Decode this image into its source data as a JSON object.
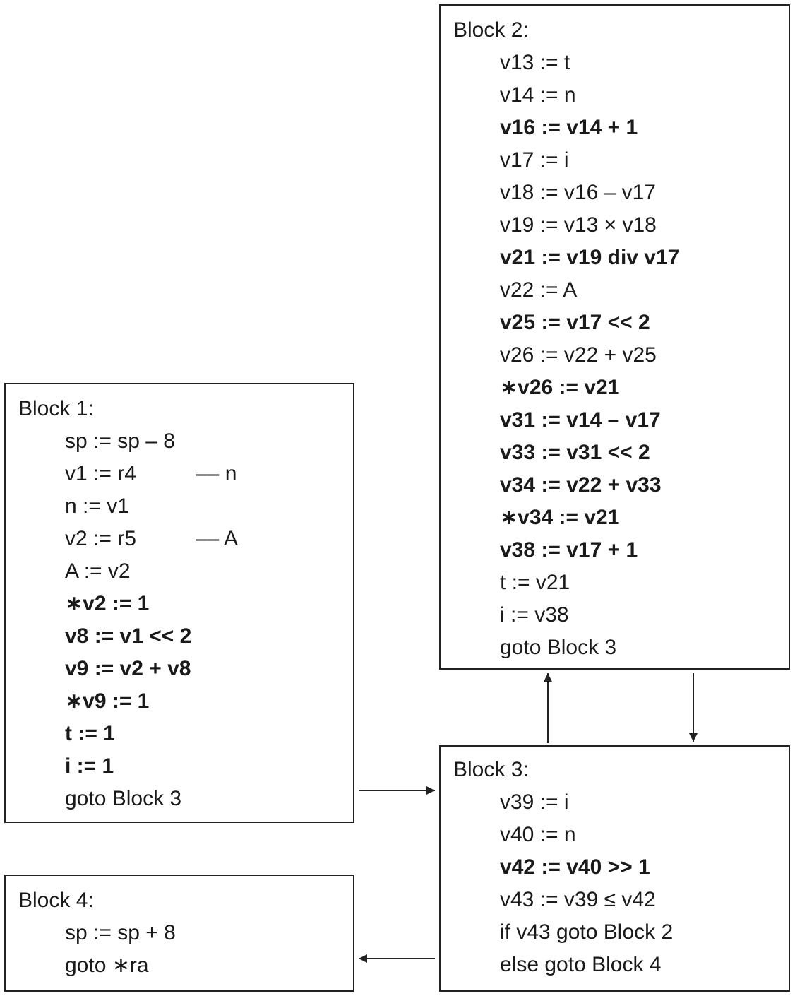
{
  "blocks": {
    "block1": {
      "title": "Block 1:",
      "lines": [
        {
          "text": "sp := sp – 8",
          "bold": false,
          "comment": ""
        },
        {
          "text": "v1 := r4",
          "bold": false,
          "comment": "–– n"
        },
        {
          "text": "n := v1",
          "bold": false,
          "comment": ""
        },
        {
          "text": "v2 := r5",
          "bold": false,
          "comment": "–– A"
        },
        {
          "text": "A := v2",
          "bold": false,
          "comment": ""
        },
        {
          "text": "∗v2 := 1",
          "bold": true,
          "comment": ""
        },
        {
          "text": "v8 := v1 << 2",
          "bold": true,
          "comment": ""
        },
        {
          "text": "v9 := v2 + v8",
          "bold": true,
          "comment": ""
        },
        {
          "text": "∗v9 := 1",
          "bold": true,
          "comment": ""
        },
        {
          "text": "t := 1",
          "bold": true,
          "comment": ""
        },
        {
          "text": "i := 1",
          "bold": true,
          "comment": ""
        },
        {
          "text": "goto Block 3",
          "bold": false,
          "comment": ""
        }
      ]
    },
    "block2": {
      "title": "Block 2:",
      "lines": [
        {
          "text": "v13 := t",
          "bold": false
        },
        {
          "text": "v14 := n",
          "bold": false
        },
        {
          "text": "v16 := v14 + 1",
          "bold": true
        },
        {
          "text": "v17 := i",
          "bold": false
        },
        {
          "text": "v18 := v16 – v17",
          "bold": false
        },
        {
          "text": "v19 := v13 × v18",
          "bold": false
        },
        {
          "text": "v21 := v19 div v17",
          "bold": true
        },
        {
          "text": "v22 := A",
          "bold": false
        },
        {
          "text": "v25 := v17 << 2",
          "bold": true
        },
        {
          "text": "v26 := v22 + v25",
          "bold": false
        },
        {
          "text": "∗v26 := v21",
          "bold": true
        },
        {
          "text": "v31 := v14 – v17",
          "bold": true
        },
        {
          "text": "v33 := v31 << 2",
          "bold": true
        },
        {
          "text": "v34 := v22 + v33",
          "bold": true
        },
        {
          "text": "∗v34 := v21",
          "bold": true
        },
        {
          "text": "v38 := v17 + 1",
          "bold": true
        },
        {
          "text": "t := v21",
          "bold": false
        },
        {
          "text": "i := v38",
          "bold": false
        },
        {
          "text": "goto Block 3",
          "bold": false
        }
      ]
    },
    "block3": {
      "title": "Block 3:",
      "lines": [
        {
          "text": "v39 := i",
          "bold": false
        },
        {
          "text": "v40 := n",
          "bold": false
        },
        {
          "text": "v42 := v40 >> 1",
          "bold": true
        },
        {
          "text": "v43 := v39 ≤ v42",
          "bold": false
        },
        {
          "text": "if v43 goto Block 2",
          "bold": false
        },
        {
          "text": "else goto Block 4",
          "bold": false
        }
      ]
    },
    "block4": {
      "title": "Block 4:",
      "lines": [
        {
          "text": "sp := sp + 8",
          "bold": false
        },
        {
          "text": "goto ∗ra",
          "bold": false
        }
      ]
    }
  },
  "edges": [
    {
      "from": "block1",
      "to": "block3"
    },
    {
      "from": "block3",
      "to": "block2"
    },
    {
      "from": "block2",
      "to": "block3"
    },
    {
      "from": "block3",
      "to": "block4"
    }
  ]
}
